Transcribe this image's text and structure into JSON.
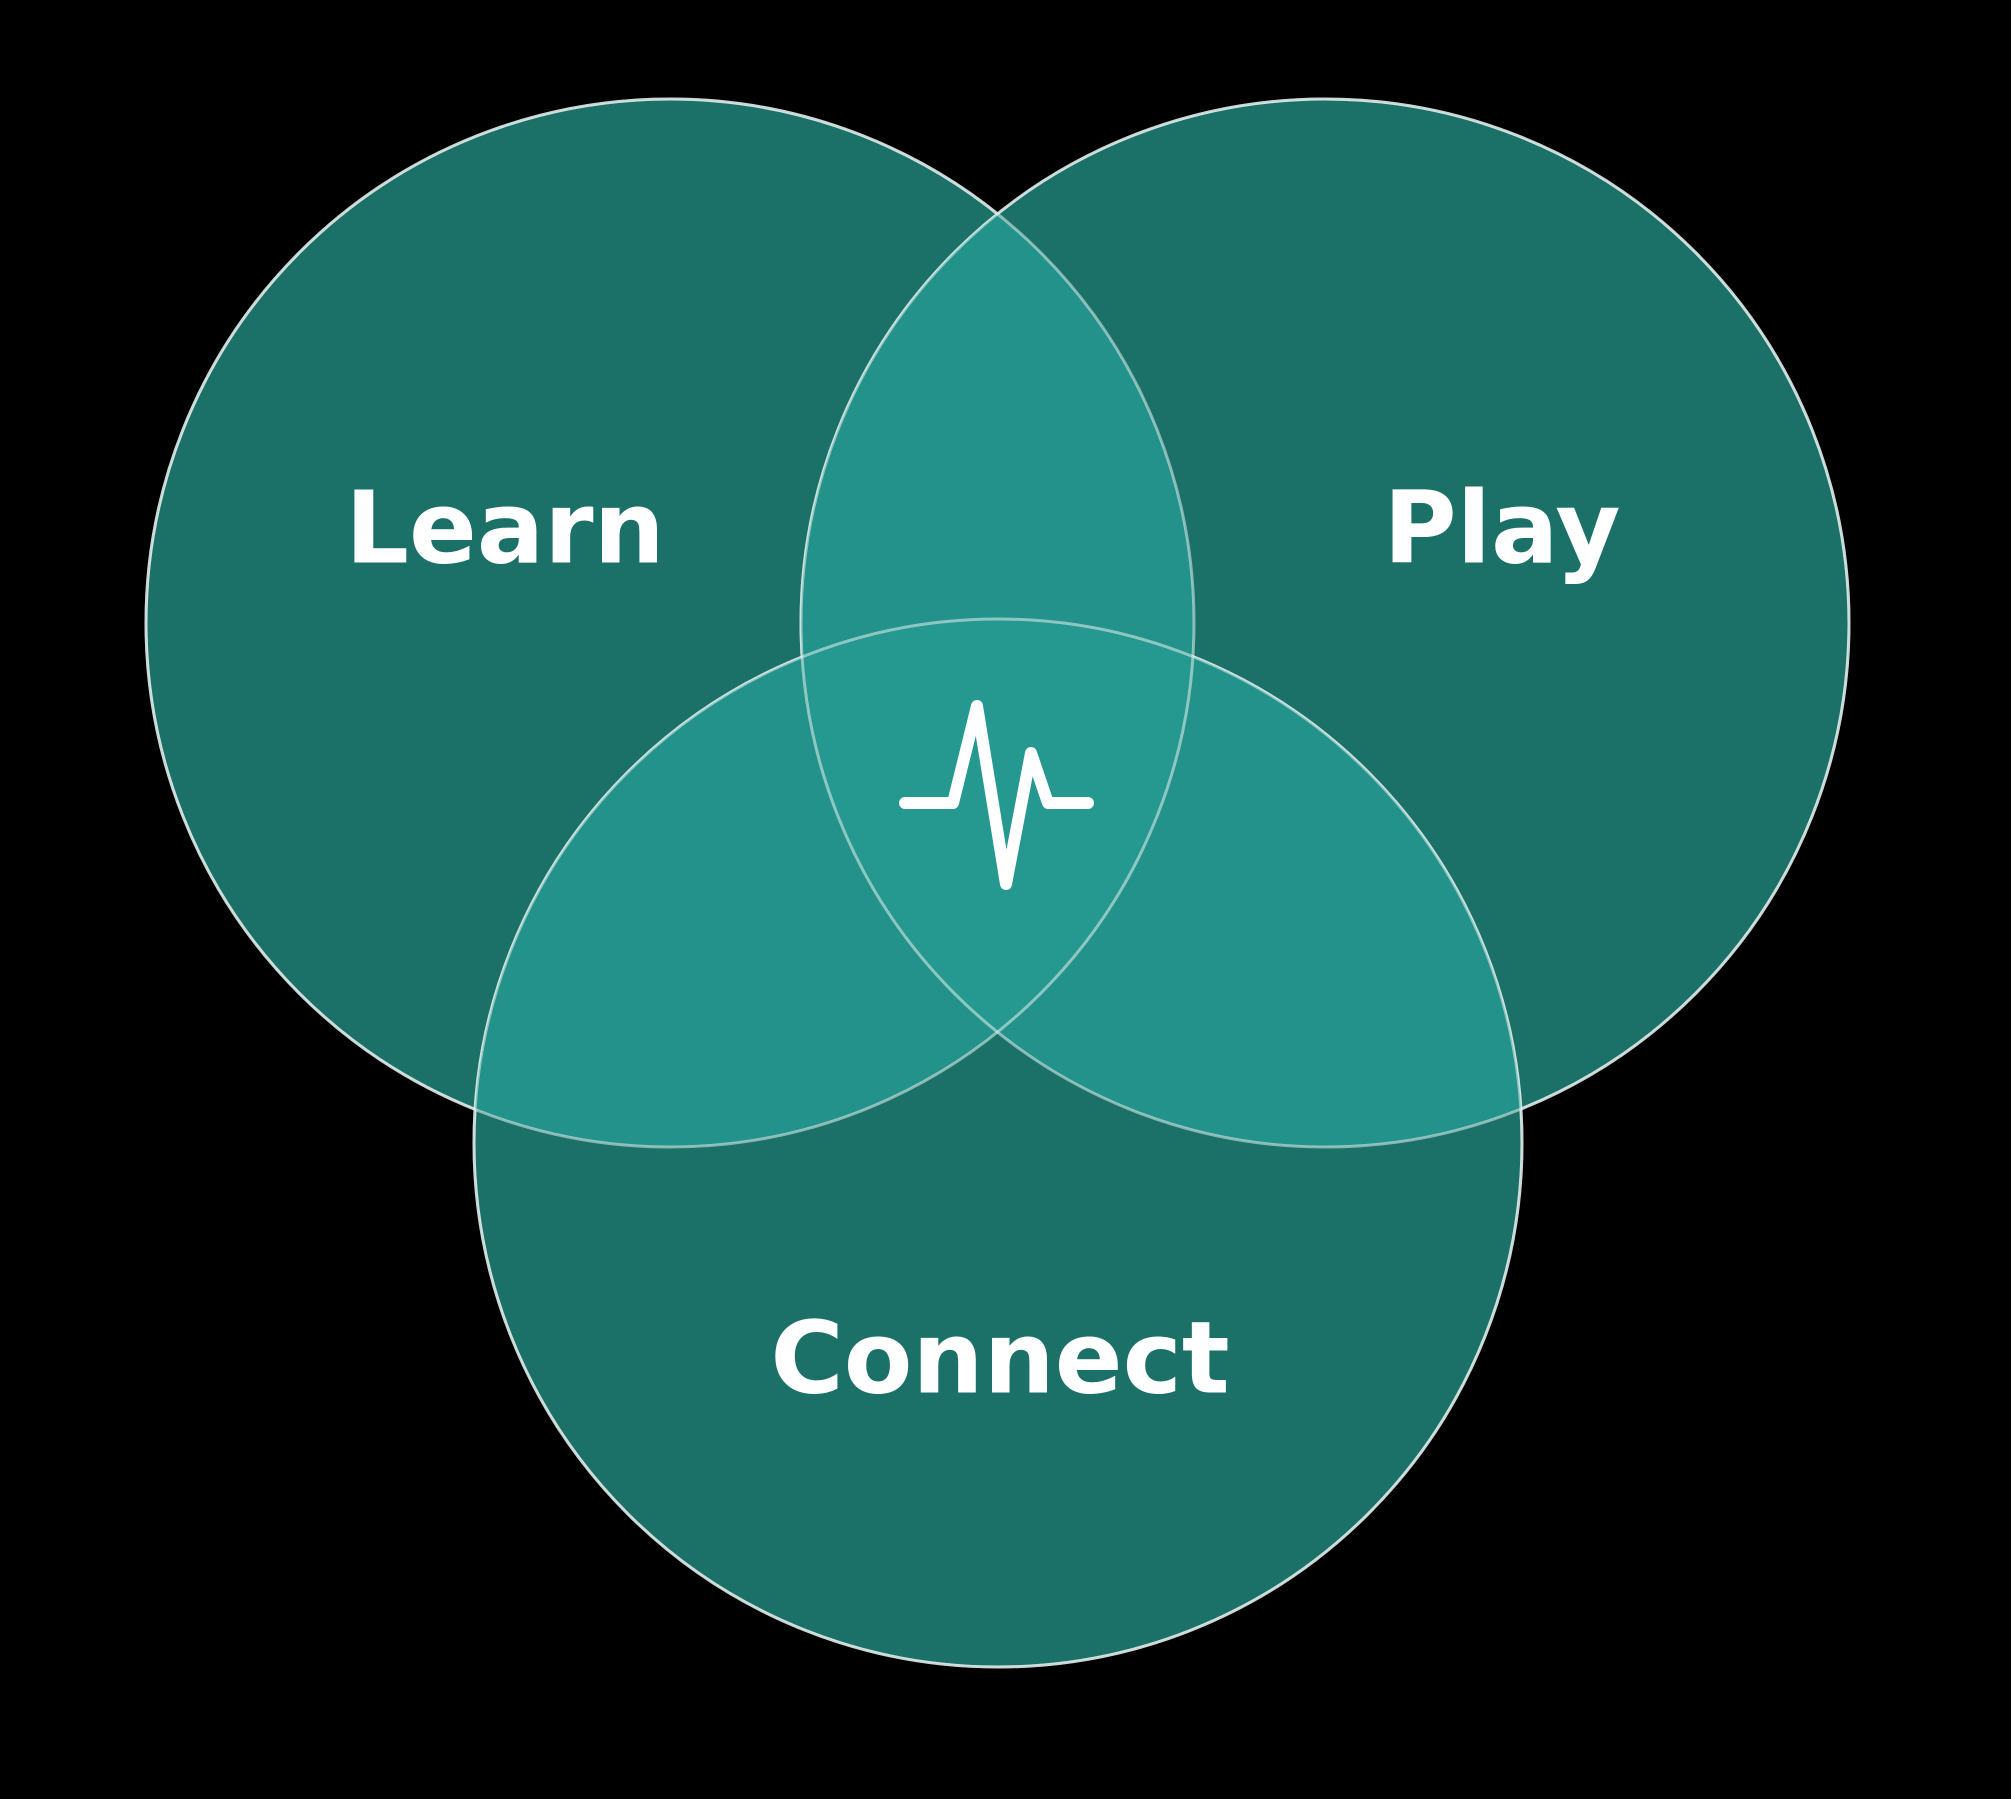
{
  "diagram": {
    "sets": [
      {
        "id": "learn",
        "label": "Learn"
      },
      {
        "id": "play",
        "label": "Play"
      },
      {
        "id": "connect",
        "label": "Connect"
      }
    ],
    "center_icon": "heartbeat-pulse-icon",
    "colors": {
      "background": "#000000",
      "circle_fill": "#1b7068",
      "overlap_fill": "#22928a",
      "center_fill": "#25988f",
      "outline": "#e6f0ee",
      "text": "#ffffff"
    }
  }
}
